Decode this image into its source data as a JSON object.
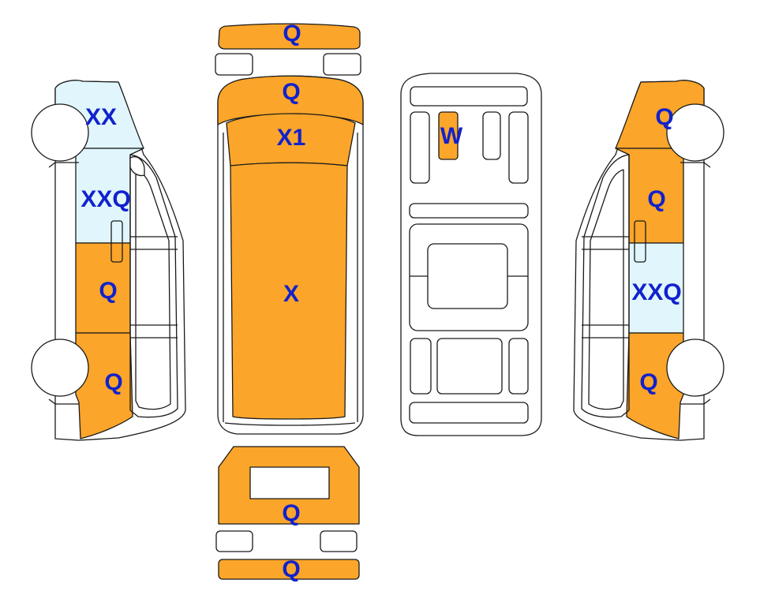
{
  "colors": {
    "damaged": "#FBA52A",
    "light": "#E0F6FC",
    "outline": "#1a1a1a",
    "label": "#1122CC",
    "body": "#ffffff"
  },
  "legend_states": {
    "orange_regions": "damaged",
    "light_blue_regions": "light"
  },
  "labels": {
    "front_bumper": "Q",
    "hood": "Q",
    "windshield": "X1",
    "roof": "X",
    "rear_door": "Q",
    "rear_bumper": "Q",
    "interior_seat": "W",
    "left_front_fender": "XX",
    "left_front_door": "XXQ",
    "left_rear_door": "Q",
    "left_rear_quarter": "Q",
    "right_front_fender": "Q",
    "right_front_door": "Q",
    "right_rear_door": "XXQ",
    "right_rear_quarter": "Q"
  }
}
